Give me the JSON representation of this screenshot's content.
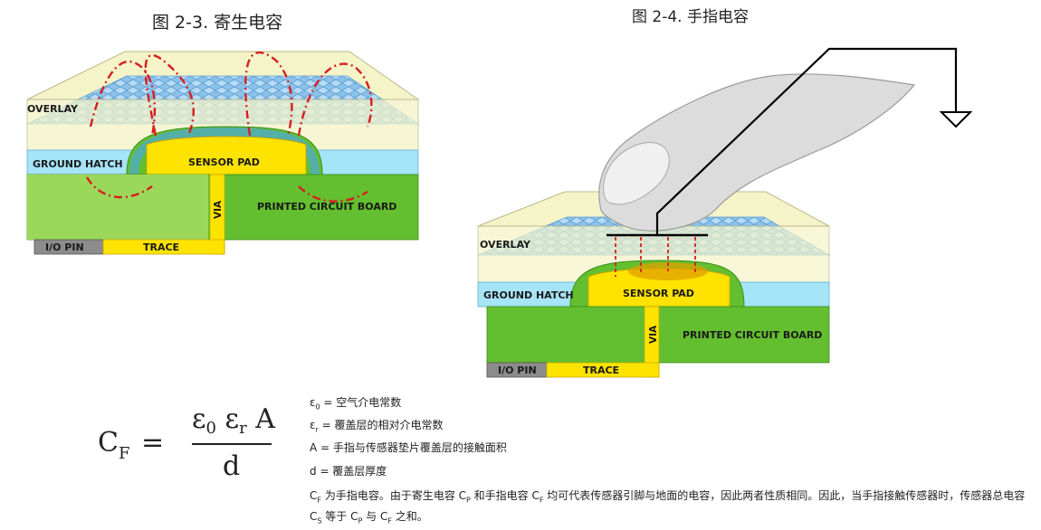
{
  "figure_left": {
    "title": "图 2-3. 寄生电容",
    "labels": {
      "overlay": "OVERLAY",
      "ground_hatch": "GROUND HATCH",
      "sensor_pad": "SENSOR PAD",
      "via": "VIA",
      "pcb": "PRINTED CIRCUIT BOARD",
      "io_pin": "I/O PIN",
      "trace": "TRACE"
    }
  },
  "figure_right": {
    "title": "图 2-4. 手指电容",
    "labels": {
      "overlay": "OVERLAY",
      "ground_hatch": "GROUND HATCH",
      "sensor_pad": "SENSOR PAD",
      "via": "VIA",
      "pcb": "PRINTED CIRCUIT BOARD",
      "io_pin": "I/O PIN",
      "trace": "TRACE"
    }
  },
  "formula": {
    "lhs": "C",
    "lhs_sub": "F",
    "equals": "=",
    "eps0": "ε",
    "eps0_sub": "0",
    "epsr": "ε",
    "epsr_sub": "r",
    "area": "A",
    "denominator": "d"
  },
  "definitions": [
    {
      "symbol": "ε",
      "sub": "0",
      "text": " = 空气介电常数"
    },
    {
      "symbol": "ε",
      "sub": "r",
      "text": " = 覆盖层的相对介电常数"
    },
    {
      "symbol": "A",
      "sub": "",
      "text": " = 手指与传感器垫片覆盖层的接触面积"
    },
    {
      "symbol": "d",
      "sub": "",
      "text": " = 覆盖层厚度"
    }
  ],
  "note": {
    "p1": "C",
    "s1": "F",
    "p2": " 为手指电容。由于寄生电容 C",
    "s2": "P",
    "p3": " 和手指电容 C",
    "s3": "F",
    "p4": " 均可代表传感器引脚与地面的电容，因此两者性质相同。因此，当手指接触传感器时，传感器总电容 C",
    "s4": "S",
    "p5": " 等于 C",
    "s5": "P",
    "p6": " 与 C",
    "s6": "F",
    "p7": " 之和。"
  },
  "colors": {
    "overlay": "#f4f4c8",
    "mesh": "#7fb6e2",
    "ground_hatch": "#a6e4f7",
    "sensor_pad": "#ffe300",
    "pcb": "#63bf2f",
    "pcb_light": "#9bd85a",
    "io_pin": "#8c8c8c",
    "field_line": "#d81e1e",
    "finger": "#dcdcdc"
  }
}
